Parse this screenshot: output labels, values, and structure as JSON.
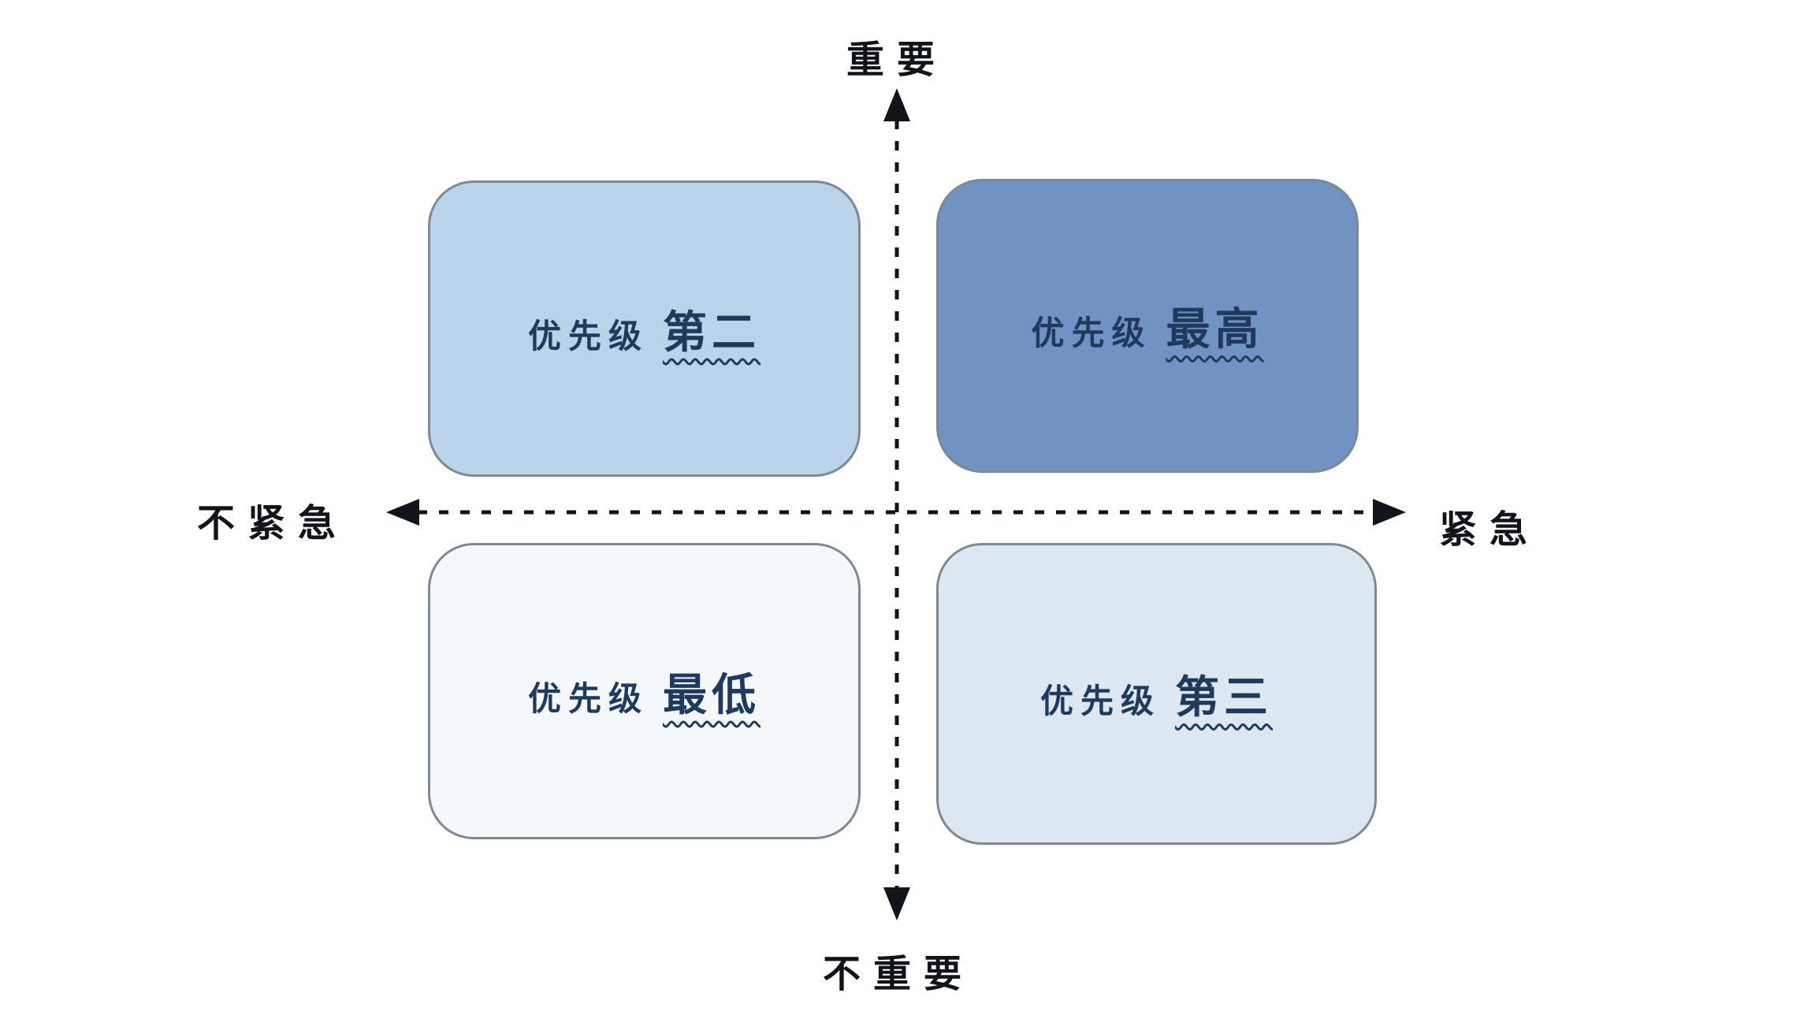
{
  "diagram": {
    "title": "priority-matrix",
    "axes": {
      "top": "重要",
      "bottom": "不重要",
      "left": "不紧急",
      "right": "紧急"
    },
    "quadrants": [
      {
        "id": "top-left",
        "prefix": "优先级",
        "emphasis": "第二",
        "fill": "#b9d3e8"
      },
      {
        "id": "top-right",
        "prefix": "优先级",
        "emphasis": "最高",
        "fill": "#7093c3"
      },
      {
        "id": "bottom-left",
        "prefix": "优先级",
        "emphasis": "最低",
        "fill": "#f4f8fb"
      },
      {
        "id": "bottom-right",
        "prefix": "优先级",
        "emphasis": "第三",
        "fill": "#dde7f1"
      }
    ],
    "colors": {
      "text": "#1e3a5c",
      "axis": "#111418",
      "quadrant_border": "#7f8893",
      "background": "#ffffff"
    }
  }
}
